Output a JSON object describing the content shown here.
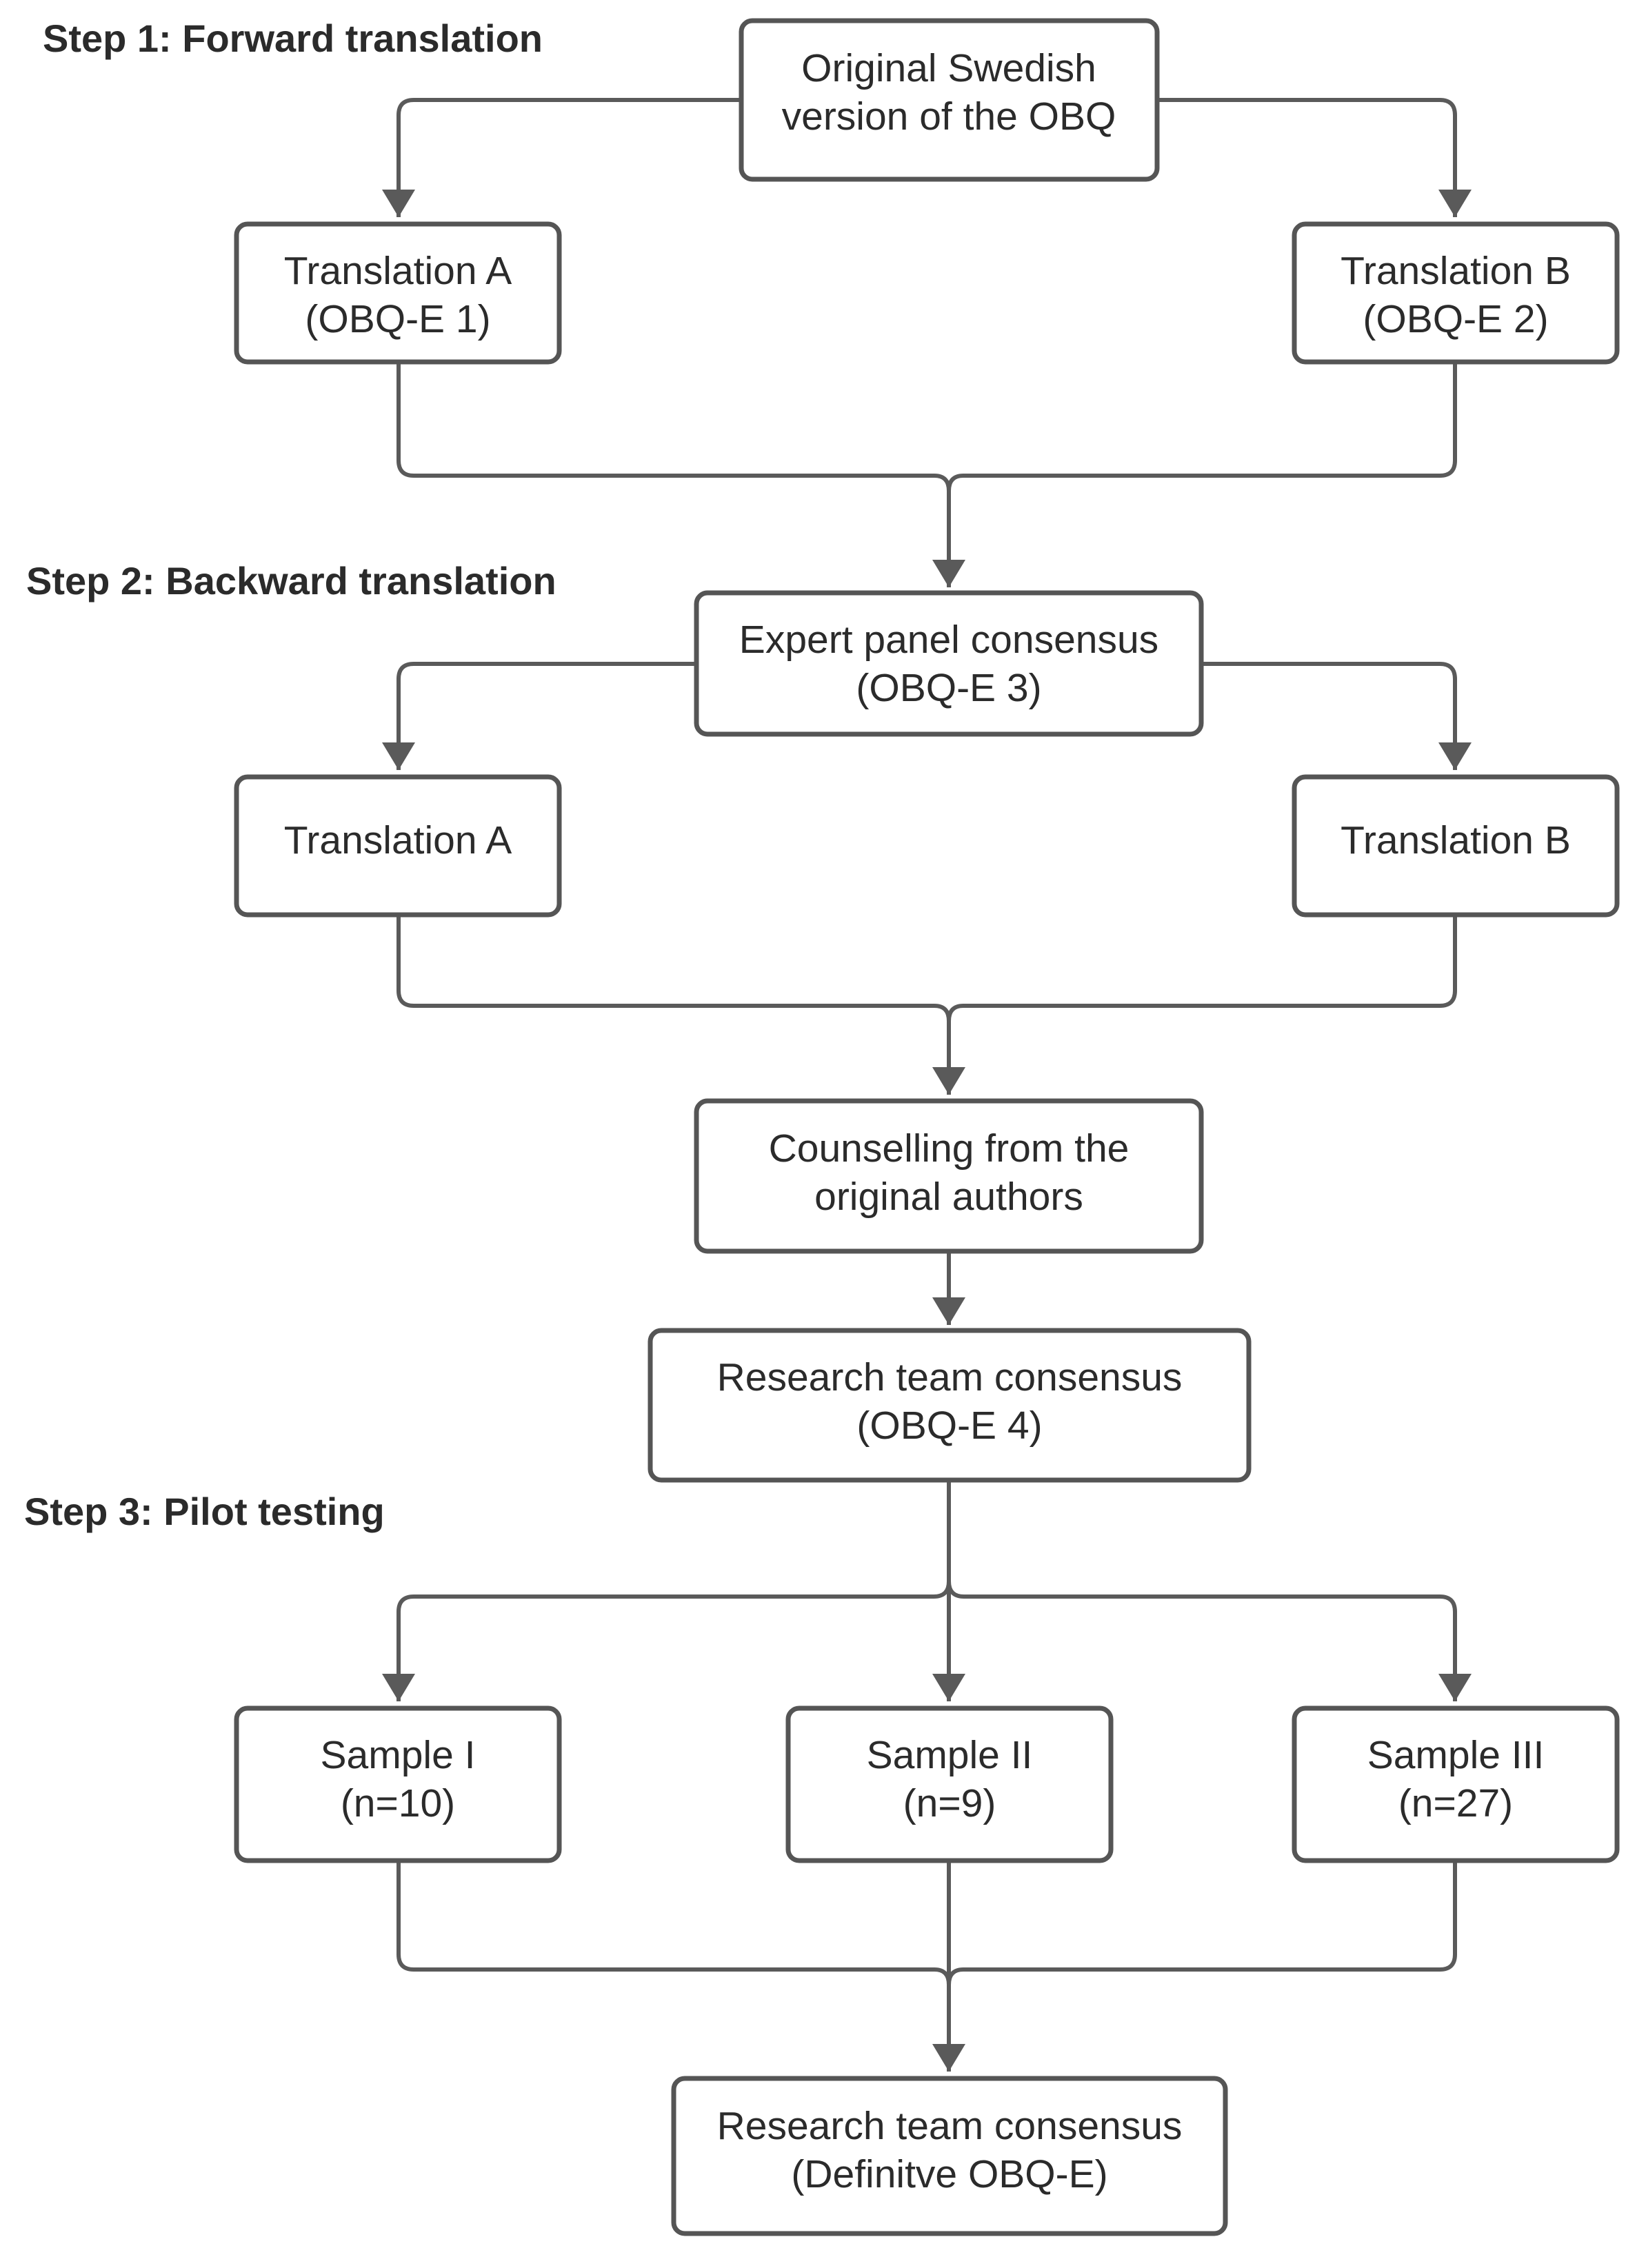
{
  "colors": {
    "line": "#5a5a5a",
    "box_border": "#555555",
    "text": "#2b2b2b",
    "background": "#ffffff"
  },
  "steps": {
    "step1": "Step 1: Forward translation",
    "step2": "Step 2: Backward translation",
    "step3": "Step 3: Pilot testing"
  },
  "boxes": {
    "original": [
      "Original Swedish",
      "version of the OBQ"
    ],
    "fwd_a": [
      "Translation A",
      "(OBQ-E 1)"
    ],
    "fwd_b": [
      "Translation B",
      "(OBQ-E 2)"
    ],
    "expert": [
      "Expert panel consensus",
      "(OBQ-E 3)"
    ],
    "back_a": [
      "Translation A"
    ],
    "back_b": [
      "Translation B"
    ],
    "counselling": [
      "Counselling from the",
      "original authors"
    ],
    "research1": [
      "Research team consensus",
      "(OBQ-E 4)"
    ],
    "sample1": [
      "Sample I",
      "(n=10)"
    ],
    "sample2": [
      "Sample II",
      "(n=9)"
    ],
    "sample3": [
      "Sample III",
      "(n=27)"
    ],
    "final": [
      "Research team consensus",
      "(Definitve OBQ-E)"
    ]
  },
  "edges": [
    [
      "original",
      "fwd_a"
    ],
    [
      "original",
      "fwd_b"
    ],
    [
      "fwd_a",
      "expert"
    ],
    [
      "fwd_b",
      "expert"
    ],
    [
      "expert",
      "back_a"
    ],
    [
      "expert",
      "back_b"
    ],
    [
      "back_a",
      "counselling"
    ],
    [
      "back_b",
      "counselling"
    ],
    [
      "counselling",
      "research1"
    ],
    [
      "research1",
      "sample1"
    ],
    [
      "research1",
      "sample2"
    ],
    [
      "research1",
      "sample3"
    ],
    [
      "sample1",
      "final"
    ],
    [
      "sample2",
      "final"
    ],
    [
      "sample3",
      "final"
    ]
  ]
}
